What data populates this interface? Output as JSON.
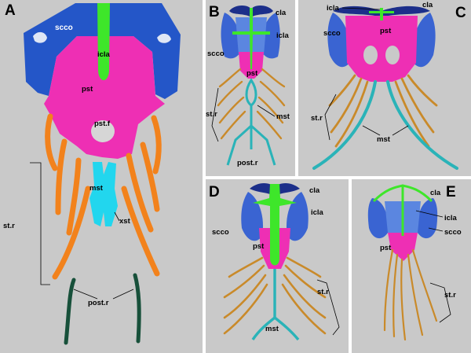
{
  "panels": {
    "A": {
      "letter": "A",
      "labels": {
        "scco": "scco",
        "icla": "icla",
        "pst": "pst",
        "pst_f": "pst.f",
        "mst": "mst",
        "xst": "xst",
        "st_r": "st.r",
        "post_r": "post.r"
      }
    },
    "B": {
      "letter": "B",
      "labels": {
        "cla": "cla",
        "icla": "icla",
        "scco": "scco",
        "pst": "pst",
        "mst": "mst",
        "st_r": "st.r",
        "post_r": "post.r"
      }
    },
    "C": {
      "letter": "C",
      "labels": {
        "icla": "icla",
        "cla": "cla",
        "scco": "scco",
        "pst": "pst",
        "st_r": "st.r",
        "mst": "mst"
      }
    },
    "D": {
      "letter": "D",
      "labels": {
        "cla": "cla",
        "icla": "icla",
        "scco": "scco",
        "pst": "pst",
        "st_r": "st.r",
        "mst": "mst"
      }
    },
    "E": {
      "letter": "E",
      "labels": {
        "cla": "cla",
        "icla": "icla",
        "scco": "scco",
        "pst": "pst",
        "st_r": "st.r"
      }
    }
  },
  "colors": {
    "panel_bg": "#c9c9c9",
    "scco": "#2456c8",
    "icla": "#3ee62a",
    "pst": "#ee2fb4",
    "mst": "#22d6ee",
    "st_r": "#f2821c",
    "post_r": "#17503a",
    "clavicle": "#1c2f8a",
    "mst_3d": "#2ab3b8",
    "rib_3d": "#c98a2a"
  }
}
